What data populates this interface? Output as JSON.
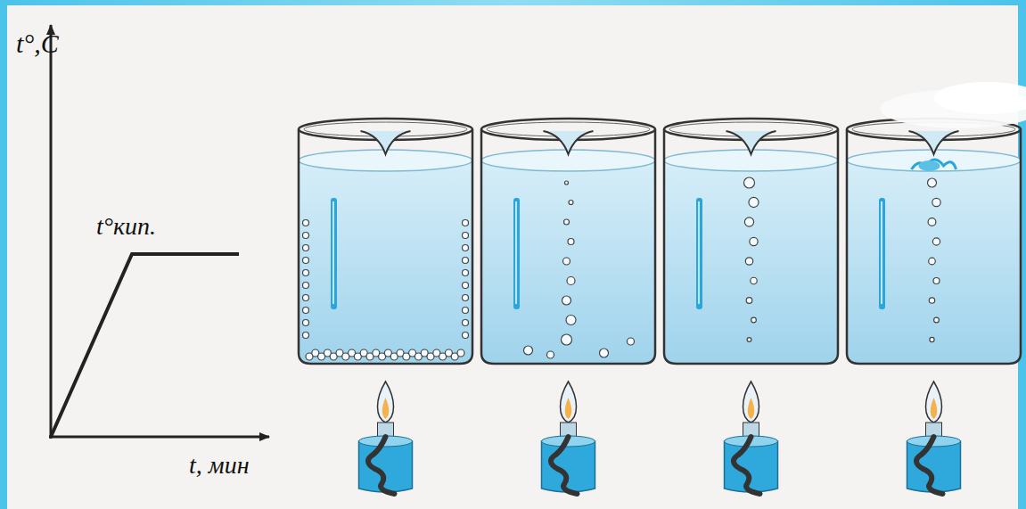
{
  "diagram": {
    "labels": [
      "t°,C",
      "t°кип.",
      "t, мин"
    ]
  }
}
